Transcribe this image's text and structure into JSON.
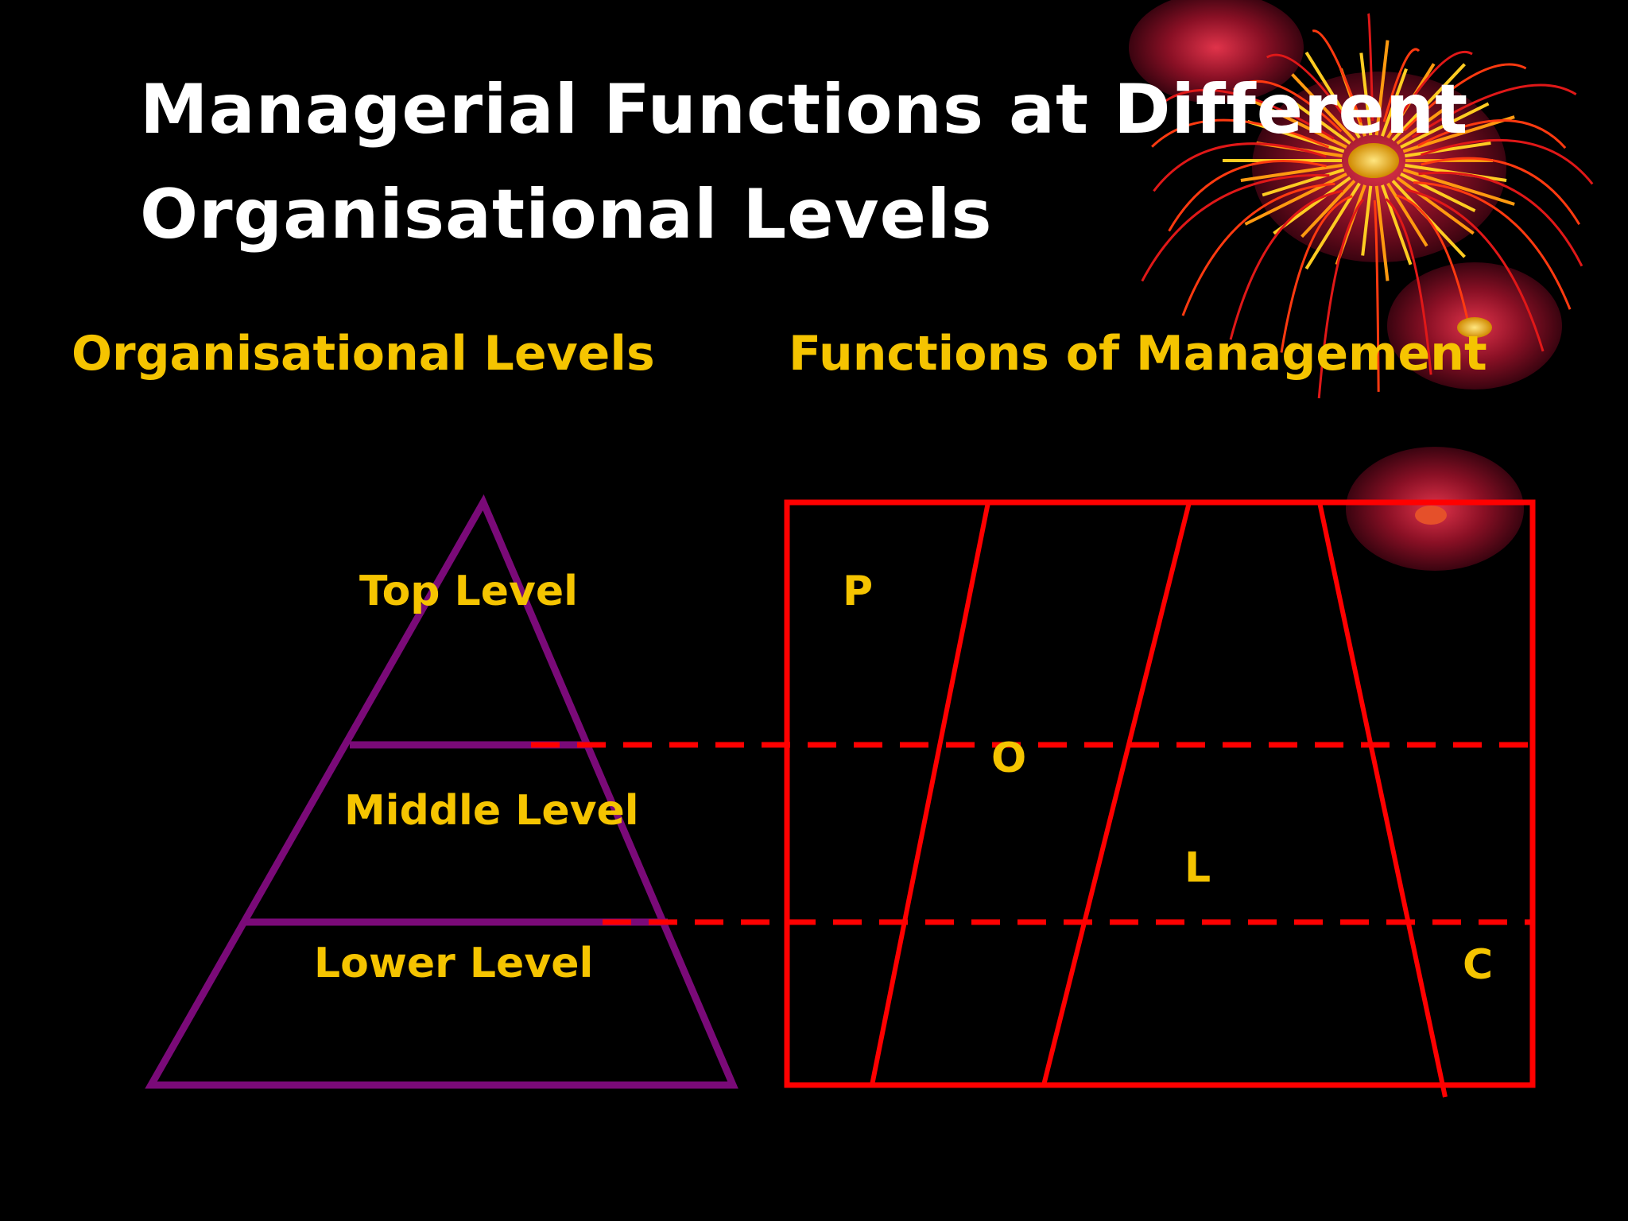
{
  "title": {
    "line1": "Managerial Functions at Different",
    "line2": "Organisational Levels"
  },
  "headings": {
    "levels": "Organisational Levels",
    "functions": "Functions of Management"
  },
  "pyramid_levels": {
    "top": "Top Level",
    "middle": "Middle Level",
    "lower": "Lower Level"
  },
  "functions": {
    "p": "P",
    "o": "O",
    "l": "L",
    "c": "C"
  },
  "colors": {
    "background": "#000000",
    "title": "#ffffff",
    "label": "#f5c400",
    "pyramid": "#7a0a78",
    "grid": "#ff0000"
  },
  "icons": [
    "firework-decoration"
  ]
}
